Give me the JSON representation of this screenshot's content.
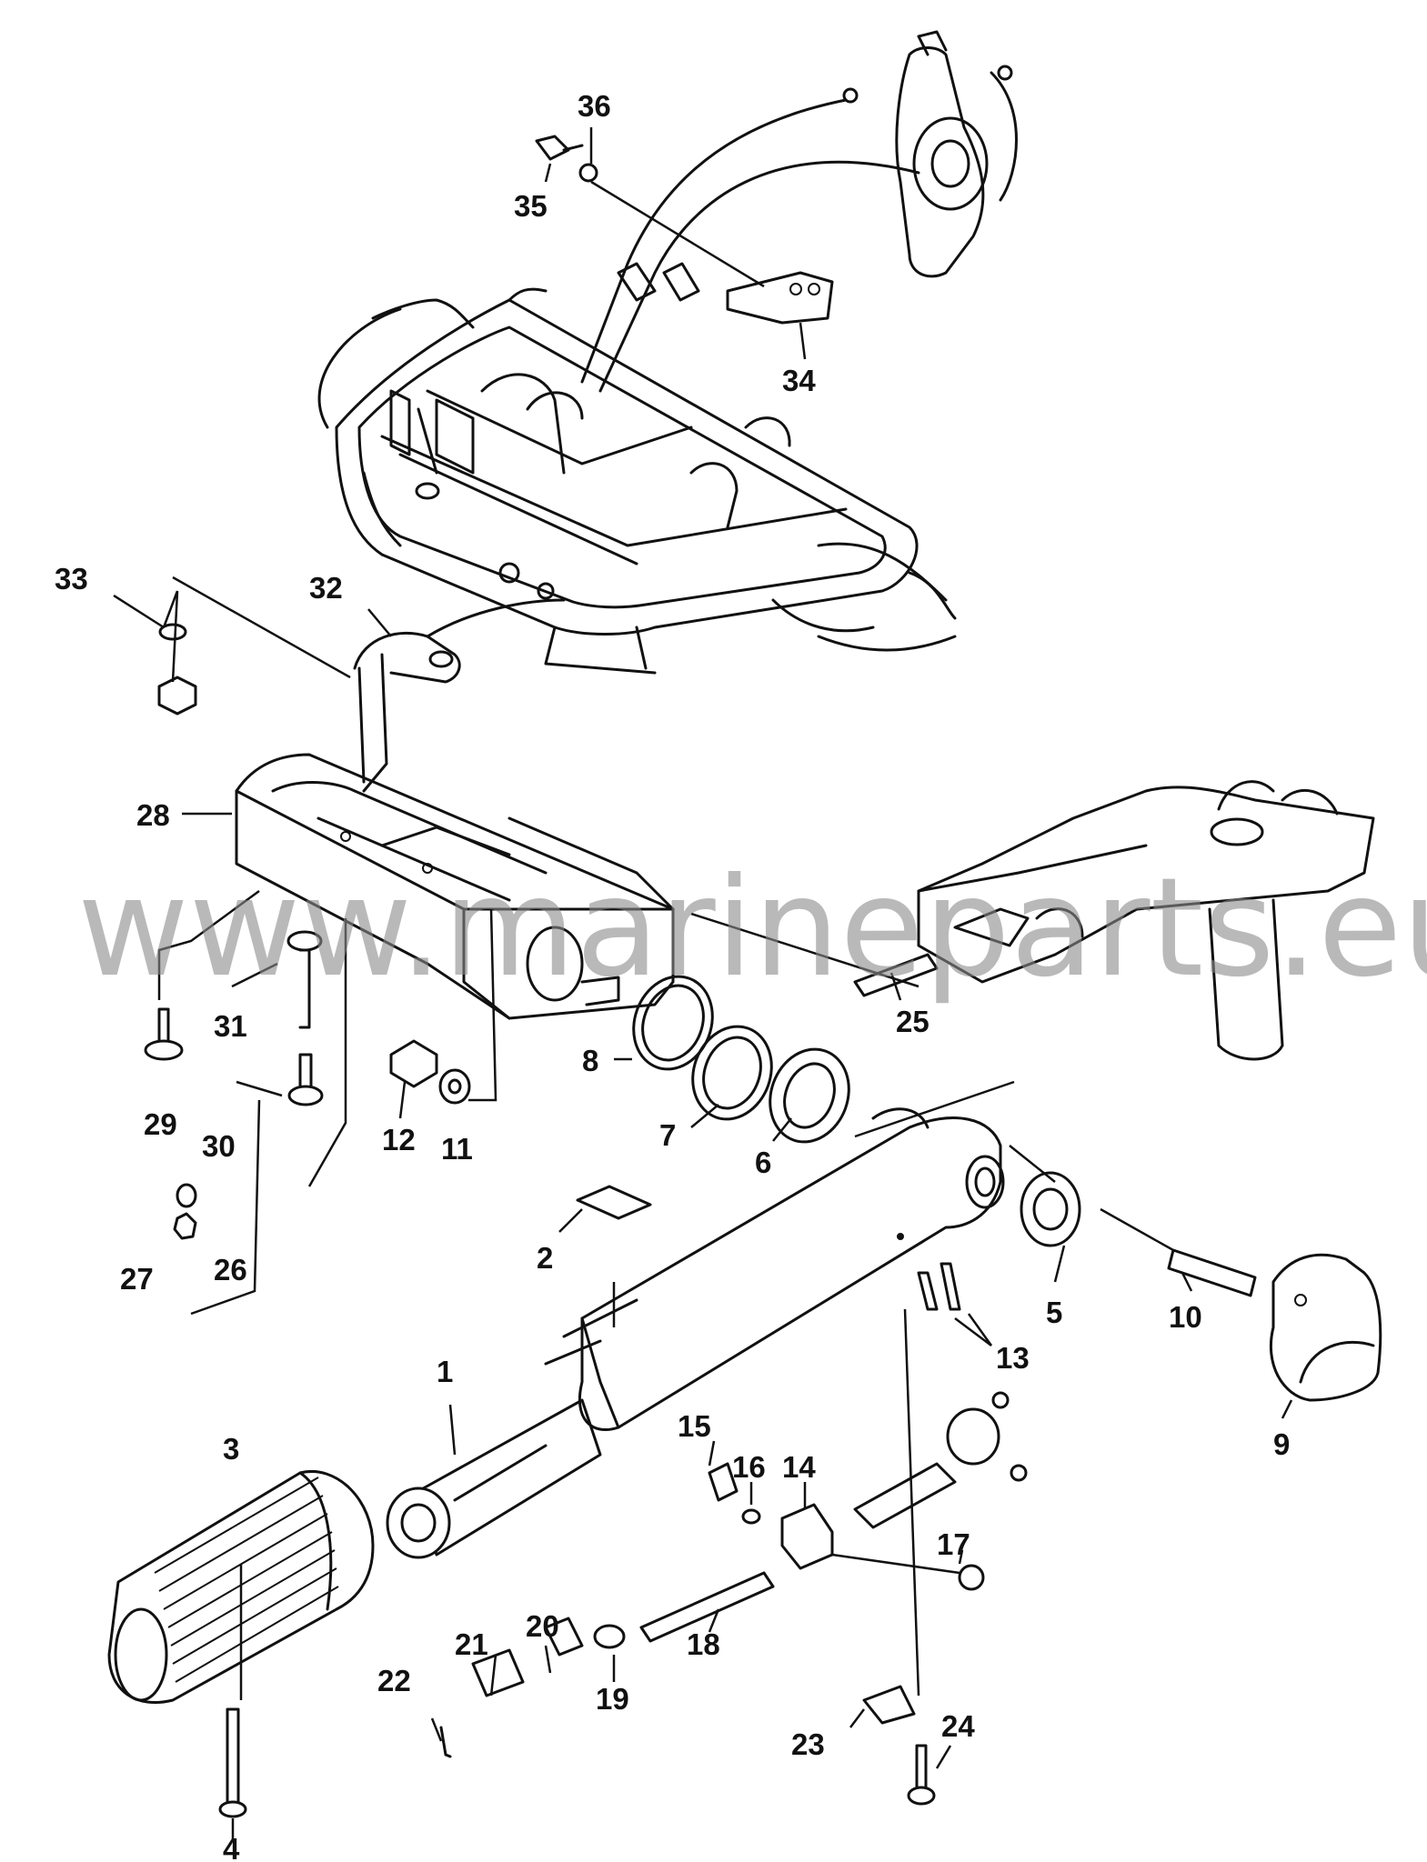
{
  "watermark": "www.marineparts.eu",
  "callouts": {
    "p1": "1",
    "p2": "2",
    "p3": "3",
    "p4": "4",
    "p5": "5",
    "p6": "6",
    "p7": "7",
    "p8": "8",
    "p9": "9",
    "p10": "10",
    "p11": "11",
    "p12": "12",
    "p13": "13",
    "p14": "14",
    "p15": "15",
    "p16": "16",
    "p17": "17",
    "p18": "18",
    "p19": "19",
    "p20": "20",
    "p21": "21",
    "p22": "22",
    "p23": "23",
    "p24": "24",
    "p25": "25",
    "p26": "26",
    "p27": "27",
    "p28": "28",
    "p29": "29",
    "p30": "30",
    "p31": "31",
    "p32": "32",
    "p33": "33",
    "p34": "34",
    "p35": "35",
    "p36": "36"
  }
}
